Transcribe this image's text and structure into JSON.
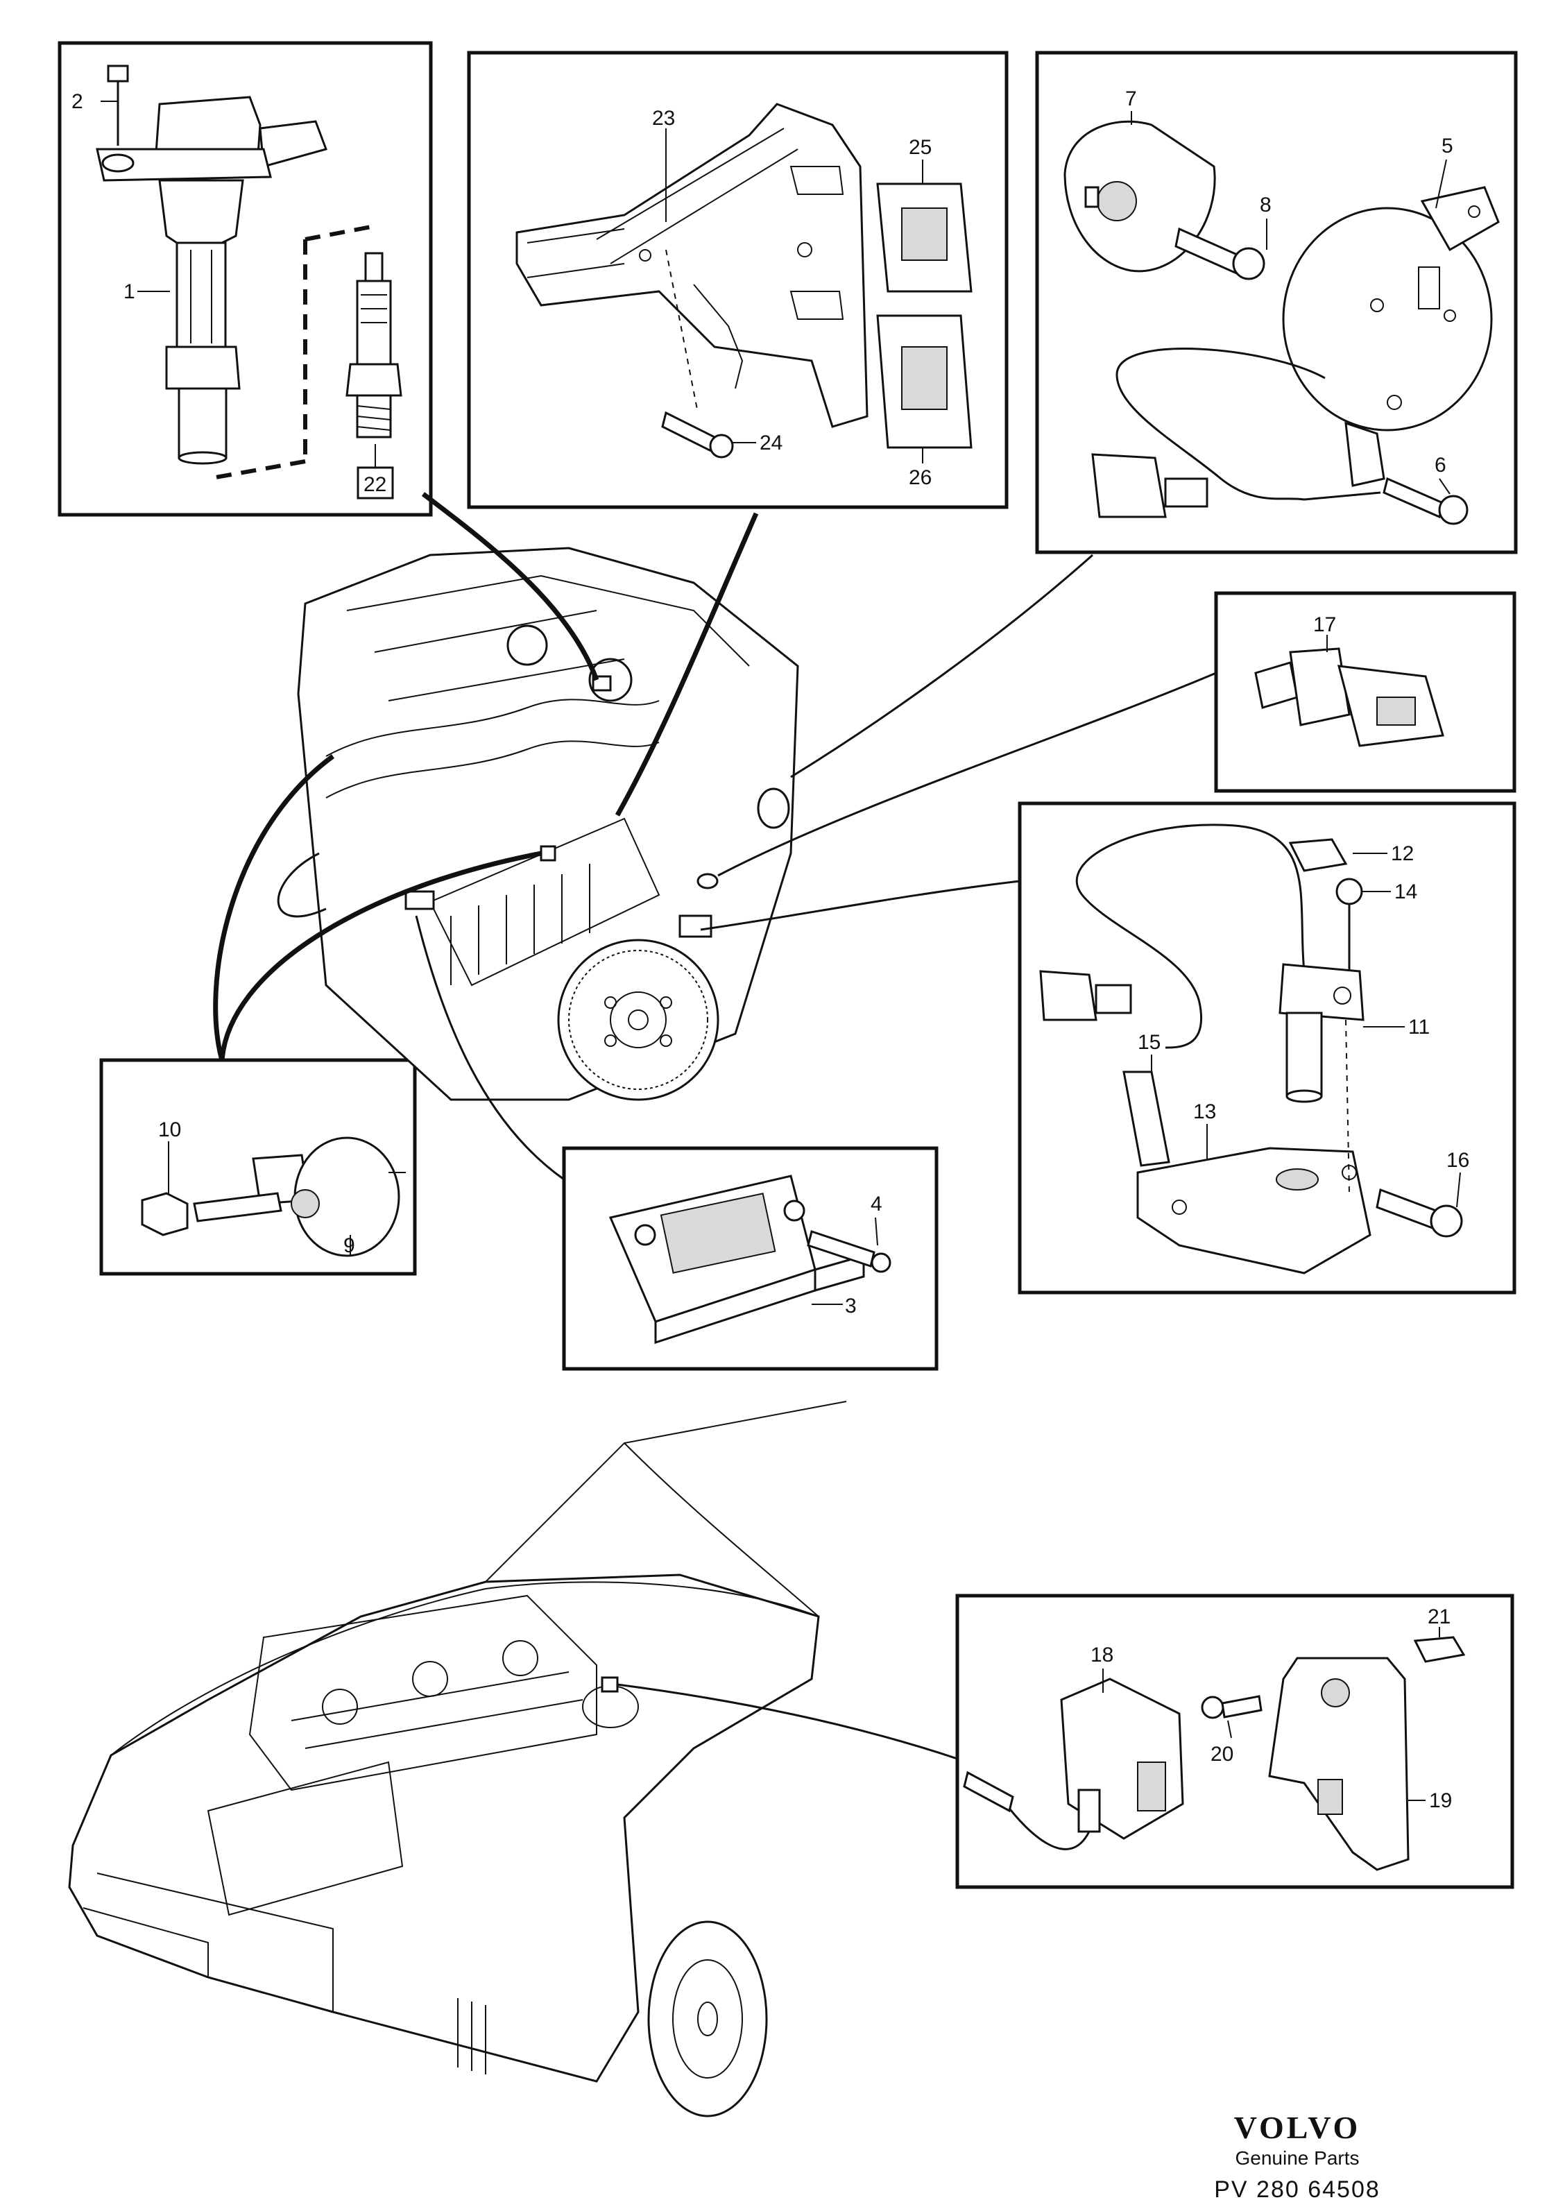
{
  "diagram": {
    "part_labels": [
      "1",
      "2",
      "3",
      "4",
      "5",
      "6",
      "7",
      "8",
      "9",
      "10",
      "11",
      "12",
      "13",
      "14",
      "15",
      "16",
      "17",
      "18",
      "19",
      "20",
      "21",
      "22",
      "23",
      "24",
      "25",
      "26"
    ]
  },
  "branding": {
    "logo_text": "VOLVO",
    "subtitle": "Genuine Parts",
    "code": "PV 280 64508"
  }
}
